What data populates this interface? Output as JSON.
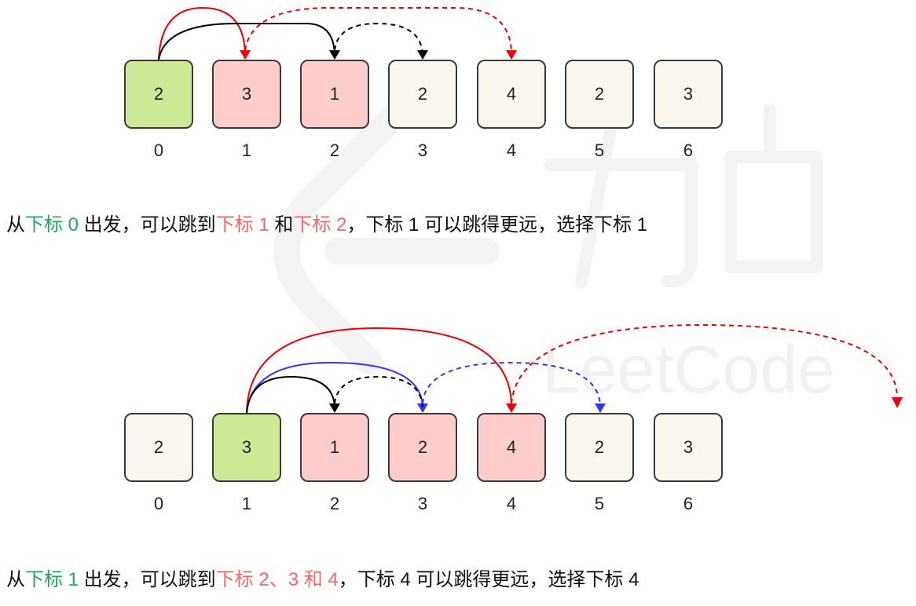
{
  "watermark": {
    "brand_cn": "力扣",
    "brand_en": "LeetCode"
  },
  "colors": {
    "start": "#cde995",
    "reach": "#ffcccc",
    "plain": "#f9f7ed",
    "red": "#f00000",
    "black": "#000000",
    "blue": "#3333ff",
    "text_green": "#22a85a",
    "text_red": "#f06a6a"
  },
  "step1": {
    "cells": [
      {
        "value": "2",
        "index": "0",
        "state": "start"
      },
      {
        "value": "3",
        "index": "1",
        "state": "reach"
      },
      {
        "value": "1",
        "index": "2",
        "state": "reach"
      },
      {
        "value": "2",
        "index": "3",
        "state": "plain"
      },
      {
        "value": "4",
        "index": "4",
        "state": "plain"
      },
      {
        "value": "2",
        "index": "5",
        "state": "plain"
      },
      {
        "value": "3",
        "index": "6",
        "state": "plain"
      }
    ],
    "caption": [
      {
        "t": "从",
        "c": ""
      },
      {
        "t": "下标 0",
        "c": "g"
      },
      {
        "t": " 出发，可以跳到",
        "c": ""
      },
      {
        "t": "下标 1",
        "c": "r"
      },
      {
        "t": " 和",
        "c": ""
      },
      {
        "t": "下标 2",
        "c": "r"
      },
      {
        "t": "，下标 1 可以跳得更远，选择下标 1",
        "c": ""
      }
    ]
  },
  "step2": {
    "cells": [
      {
        "value": "2",
        "index": "0",
        "state": "plain"
      },
      {
        "value": "3",
        "index": "1",
        "state": "start"
      },
      {
        "value": "1",
        "index": "2",
        "state": "reach"
      },
      {
        "value": "2",
        "index": "3",
        "state": "reach"
      },
      {
        "value": "4",
        "index": "4",
        "state": "reach"
      },
      {
        "value": "2",
        "index": "5",
        "state": "plain"
      },
      {
        "value": "3",
        "index": "6",
        "state": "plain"
      }
    ],
    "caption": [
      {
        "t": "从",
        "c": ""
      },
      {
        "t": "下标 1",
        "c": "g"
      },
      {
        "t": " 出发，可以跳到",
        "c": ""
      },
      {
        "t": "下标 2、3 和 4",
        "c": "r"
      },
      {
        "t": "，下标 4 可以跳得更远，选择下标 4",
        "c": ""
      }
    ]
  }
}
